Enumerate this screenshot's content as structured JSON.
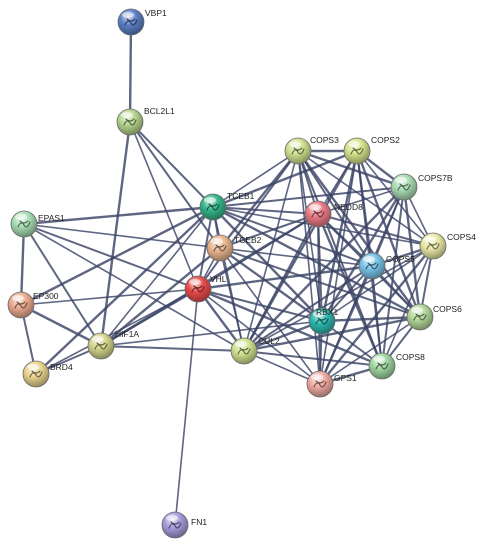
{
  "network": {
    "nodes": [
      {
        "id": "VBP1",
        "label": "VBP1",
        "color": "#5b7fc6"
      },
      {
        "id": "BCL2L1",
        "label": "BCL2L1",
        "color": "#b5d38d"
      },
      {
        "id": "COPS3",
        "label": "COPS3",
        "color": "#cfe08e"
      },
      {
        "id": "COPS2",
        "label": "COPS2",
        "color": "#d4e28b"
      },
      {
        "id": "COPS7B",
        "label": "COPS7B",
        "color": "#a9dcb2"
      },
      {
        "id": "TCEB1",
        "label": "TCEB1",
        "color": "#33b58a"
      },
      {
        "id": "NEDD8",
        "label": "NEDD8",
        "color": "#e87a86"
      },
      {
        "id": "COPS4",
        "label": "COPS4",
        "color": "#e8e8a4"
      },
      {
        "id": "EPAS1",
        "label": "EPAS1",
        "color": "#a6dcb2"
      },
      {
        "id": "TCEB2",
        "label": "TCEB2",
        "color": "#e9b58e"
      },
      {
        "id": "COPS5",
        "label": "COPS5",
        "color": "#78c2e6"
      },
      {
        "id": "VHL",
        "label": "VHL",
        "color": "#e64a4a"
      },
      {
        "id": "EP300",
        "label": "EP300",
        "color": "#eaaa8e"
      },
      {
        "id": "COPS6",
        "label": "COPS6",
        "color": "#b3d89a"
      },
      {
        "id": "RBX1",
        "label": "RBX1",
        "color": "#2cb6ad"
      },
      {
        "id": "HIF1A",
        "label": "HIF1A",
        "color": "#d2d48a"
      },
      {
        "id": "CUL2",
        "label": "CUL2",
        "color": "#cfe08e"
      },
      {
        "id": "COPS8",
        "label": "COPS8",
        "color": "#9fd6a0"
      },
      {
        "id": "BRD4",
        "label": "BRD4",
        "color": "#e8d48e"
      },
      {
        "id": "GPS1",
        "label": "GPS1",
        "color": "#f0a9a0"
      },
      {
        "id": "FN1",
        "label": "FN1",
        "color": "#a79adb"
      }
    ],
    "edges": [
      [
        "VBP1",
        "BCL2L1"
      ],
      [
        "BCL2L1",
        "TCEB1"
      ],
      [
        "BCL2L1",
        "VHL"
      ],
      [
        "BCL2L1",
        "HIF1A"
      ],
      [
        "BCL2L1",
        "TCEB2"
      ],
      [
        "FN1",
        "VHL"
      ],
      [
        "EPAS1",
        "TCEB1"
      ],
      [
        "EPAS1",
        "VHL"
      ],
      [
        "EPAS1",
        "TCEB2"
      ],
      [
        "EPAS1",
        "EP300"
      ],
      [
        "EPAS1",
        "HIF1A"
      ],
      [
        "EPAS1",
        "CUL2"
      ],
      [
        "EP300",
        "HIF1A"
      ],
      [
        "EP300",
        "BRD4"
      ],
      [
        "EP300",
        "VHL"
      ],
      [
        "EP300",
        "TCEB1"
      ],
      [
        "BRD4",
        "HIF1A"
      ],
      [
        "BRD4",
        "VHL"
      ],
      [
        "BRD4",
        "TCEB1"
      ],
      [
        "HIF1A",
        "VHL"
      ],
      [
        "HIF1A",
        "TCEB1"
      ],
      [
        "HIF1A",
        "TCEB2"
      ],
      [
        "HIF1A",
        "CUL2"
      ],
      [
        "HIF1A",
        "RBX1"
      ],
      [
        "HIF1A",
        "NEDD8"
      ],
      [
        "VHL",
        "TCEB1"
      ],
      [
        "VHL",
        "TCEB2"
      ],
      [
        "VHL",
        "CUL2"
      ],
      [
        "VHL",
        "RBX1"
      ],
      [
        "VHL",
        "NEDD8"
      ],
      [
        "VHL",
        "COPS5"
      ],
      [
        "VHL",
        "COPS3"
      ],
      [
        "VHL",
        "GPS1"
      ],
      [
        "VHL",
        "COPS8"
      ],
      [
        "TCEB1",
        "TCEB2"
      ],
      [
        "TCEB1",
        "CUL2"
      ],
      [
        "TCEB1",
        "RBX1"
      ],
      [
        "TCEB1",
        "NEDD8"
      ],
      [
        "TCEB1",
        "COPS3"
      ],
      [
        "TCEB1",
        "COPS2"
      ],
      [
        "TCEB1",
        "COPS5"
      ],
      [
        "TCEB1",
        "COPS4"
      ],
      [
        "TCEB1",
        "COPS6"
      ],
      [
        "TCEB1",
        "COPS7B"
      ],
      [
        "TCEB2",
        "CUL2"
      ],
      [
        "TCEB2",
        "RBX1"
      ],
      [
        "TCEB2",
        "NEDD8"
      ],
      [
        "TCEB2",
        "COPS5"
      ],
      [
        "TCEB2",
        "COPS3"
      ],
      [
        "TCEB2",
        "COPS6"
      ],
      [
        "TCEB2",
        "GPS1"
      ],
      [
        "CUL2",
        "RBX1"
      ],
      [
        "CUL2",
        "NEDD8"
      ],
      [
        "CUL2",
        "COPS3"
      ],
      [
        "CUL2",
        "COPS2"
      ],
      [
        "CUL2",
        "COPS5"
      ],
      [
        "CUL2",
        "COPS4"
      ],
      [
        "CUL2",
        "COPS6"
      ],
      [
        "CUL2",
        "COPS8"
      ],
      [
        "CUL2",
        "GPS1"
      ],
      [
        "CUL2",
        "COPS7B"
      ],
      [
        "RBX1",
        "NEDD8"
      ],
      [
        "RBX1",
        "COPS3"
      ],
      [
        "RBX1",
        "COPS2"
      ],
      [
        "RBX1",
        "COPS5"
      ],
      [
        "RBX1",
        "COPS4"
      ],
      [
        "RBX1",
        "COPS6"
      ],
      [
        "RBX1",
        "COPS8"
      ],
      [
        "RBX1",
        "GPS1"
      ],
      [
        "RBX1",
        "COPS7B"
      ],
      [
        "NEDD8",
        "COPS3"
      ],
      [
        "NEDD8",
        "COPS2"
      ],
      [
        "NEDD8",
        "COPS5"
      ],
      [
        "NEDD8",
        "COPS4"
      ],
      [
        "NEDD8",
        "COPS6"
      ],
      [
        "NEDD8",
        "COPS8"
      ],
      [
        "NEDD8",
        "GPS1"
      ],
      [
        "NEDD8",
        "COPS7B"
      ],
      [
        "COPS3",
        "COPS2"
      ],
      [
        "COPS3",
        "COPS5"
      ],
      [
        "COPS3",
        "COPS4"
      ],
      [
        "COPS3",
        "COPS6"
      ],
      [
        "COPS3",
        "COPS8"
      ],
      [
        "COPS3",
        "GPS1"
      ],
      [
        "COPS3",
        "COPS7B"
      ],
      [
        "COPS2",
        "COPS5"
      ],
      [
        "COPS2",
        "COPS4"
      ],
      [
        "COPS2",
        "COPS6"
      ],
      [
        "COPS2",
        "COPS8"
      ],
      [
        "COPS2",
        "GPS1"
      ],
      [
        "COPS2",
        "COPS7B"
      ],
      [
        "COPS7B",
        "COPS5"
      ],
      [
        "COPS7B",
        "COPS4"
      ],
      [
        "COPS7B",
        "COPS6"
      ],
      [
        "COPS7B",
        "COPS8"
      ],
      [
        "COPS7B",
        "GPS1"
      ],
      [
        "COPS4",
        "COPS5"
      ],
      [
        "COPS4",
        "COPS6"
      ],
      [
        "COPS4",
        "COPS8"
      ],
      [
        "COPS4",
        "GPS1"
      ],
      [
        "COPS5",
        "COPS6"
      ],
      [
        "COPS5",
        "COPS8"
      ],
      [
        "COPS5",
        "GPS1"
      ],
      [
        "COPS6",
        "COPS8"
      ],
      [
        "COPS6",
        "GPS1"
      ],
      [
        "COPS8",
        "GPS1"
      ]
    ]
  }
}
